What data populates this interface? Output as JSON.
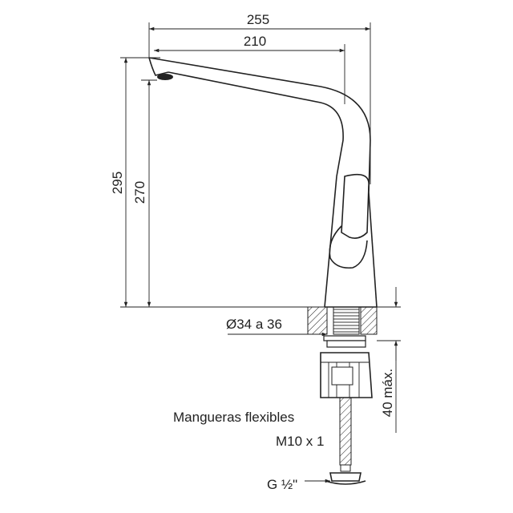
{
  "dimensions": {
    "total_reach": "255",
    "spout_reach": "210",
    "total_height": "295",
    "spout_height": "270",
    "hole_diameter": "Ø34 a 36",
    "max_thickness": "40 máx."
  },
  "labels": {
    "hoses_line1": "Mangueras flexibles",
    "hoses_line2": "M10 x 1",
    "thread": "G ½\""
  }
}
